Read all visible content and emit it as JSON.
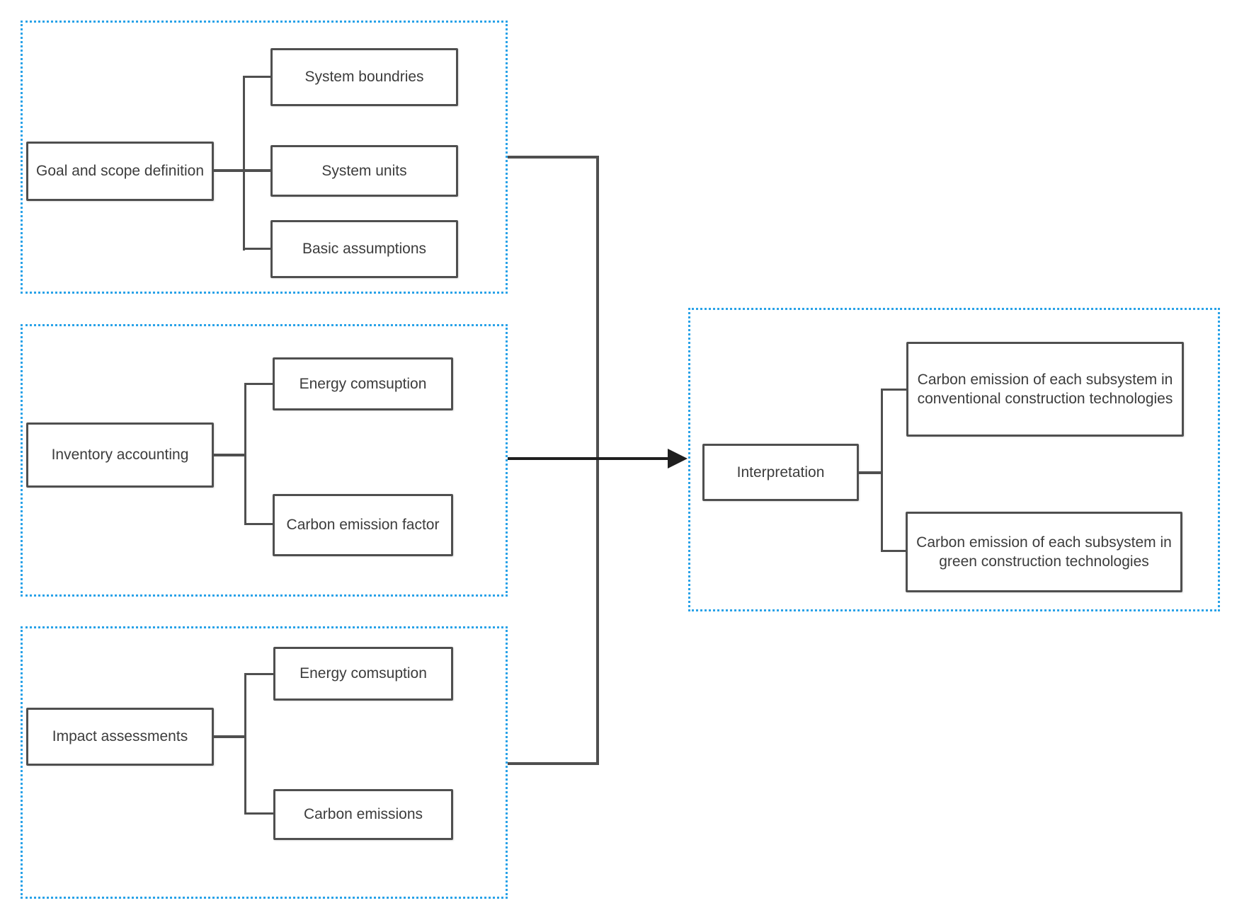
{
  "colors": {
    "dotted_border": "#29a2e8",
    "box_border": "#4f4f4f",
    "connector": "#4f4f4f",
    "arrow": "#1f1f1f",
    "text": "#3c3c3c",
    "background": "#ffffff"
  },
  "groups": {
    "goal_scope": {
      "parent": "Goal and scope definition",
      "children": [
        "System boundries",
        "System units",
        "Basic assumptions"
      ]
    },
    "inventory": {
      "parent": "Inventory accounting",
      "children": [
        "Energy comsuption",
        "Carbon emission factor"
      ]
    },
    "impact": {
      "parent": "Impact assessments",
      "children": [
        "Energy comsuption",
        "Carbon emissions"
      ]
    },
    "interpretation": {
      "parent": "Interpretation",
      "children": [
        "Carbon emission of each subsystem in conventional construction technologies",
        "Carbon emission of each subsystem in green construction technologies"
      ]
    }
  }
}
